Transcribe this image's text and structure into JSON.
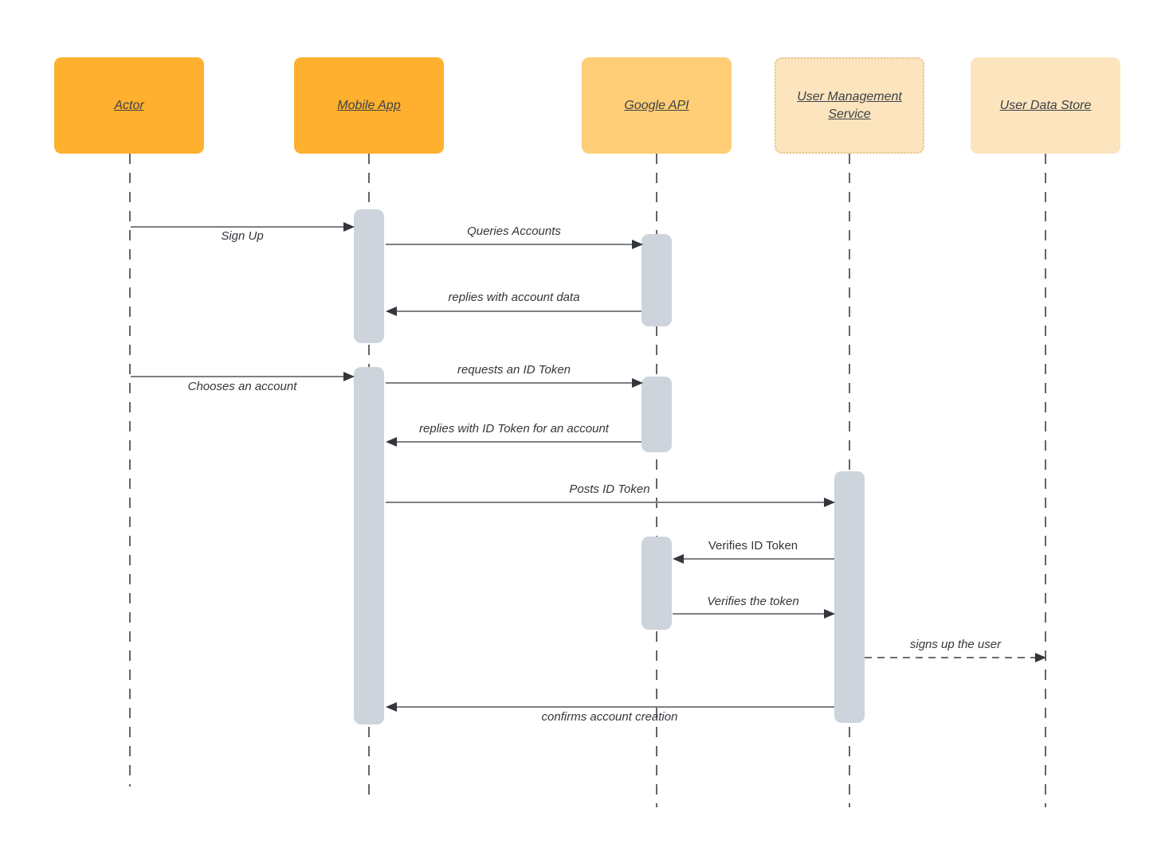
{
  "diagram": {
    "kind": "uml-sequence-diagram",
    "background": "#FFFFFF"
  },
  "colors": {
    "participant_strong": "#FFB02E",
    "participant_medium": "#FECD75",
    "participant_pale": "#FCE4BE",
    "activation_fill": "#CDD4DC",
    "line_gray": "#7D8085",
    "arrowhead": "#33363B",
    "text": "#33363B"
  },
  "participants": [
    {
      "id": "actor",
      "label": "Actor",
      "fill": "#FFB02E"
    },
    {
      "id": "mobile-app",
      "label": "Mobile App",
      "fill": "#FFB02E"
    },
    {
      "id": "google-api",
      "label": "Google API",
      "fill": "#FECD75"
    },
    {
      "id": "user-management-service",
      "label": "User Management Service",
      "fill": "#FCE4BE"
    },
    {
      "id": "user-data-store",
      "label": "User Data Store",
      "fill": "#FCE4BE"
    }
  ],
  "messages": [
    {
      "from": "Actor",
      "to": "Mobile App",
      "label": "Sign Up",
      "line": "solid",
      "label_position": "below"
    },
    {
      "from": "Mobile App",
      "to": "Google API",
      "label": "Queries Accounts",
      "line": "solid",
      "label_position": "above"
    },
    {
      "from": "Google API",
      "to": "Mobile App",
      "label": "replies with account data",
      "line": "solid",
      "label_position": "above"
    },
    {
      "from": "Actor",
      "to": "Mobile App",
      "label": "Chooses an account",
      "line": "solid",
      "label_position": "below"
    },
    {
      "from": "Mobile App",
      "to": "Google API",
      "label": "requests an ID Token",
      "line": "solid",
      "label_position": "above"
    },
    {
      "from": "Google API",
      "to": "Mobile App",
      "label": "replies with ID Token for an account",
      "line": "solid",
      "label_position": "above"
    },
    {
      "from": "Mobile App",
      "to": "User Management Service",
      "label": "Posts ID Token",
      "line": "solid",
      "label_position": "above"
    },
    {
      "from": "User Management Service",
      "to": "Google API",
      "label": "Verifies ID Token",
      "line": "solid",
      "label_position": "above"
    },
    {
      "from": "Google API",
      "to": "User Management Service",
      "label": "Verifies the token",
      "line": "solid",
      "label_position": "above"
    },
    {
      "from": "User Management Service",
      "to": "User Data Store",
      "label": "signs up the user",
      "line": "dashed",
      "label_position": "above"
    },
    {
      "from": "User Management Service",
      "to": "Mobile App",
      "label": "confirms account creation",
      "line": "solid",
      "label_position": "below"
    }
  ]
}
